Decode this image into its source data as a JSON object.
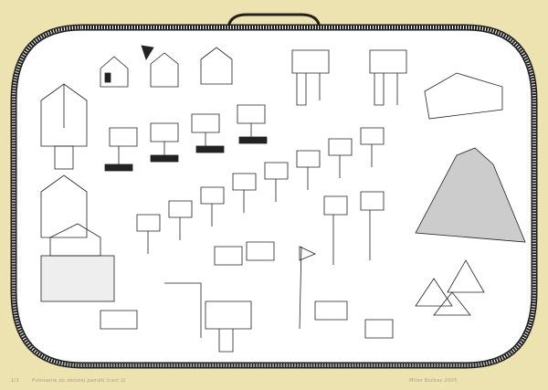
{
  "artwork": {
    "edition_note": "1/3",
    "title_inscription": "Putovanie po detskej pamäti (cast 2)",
    "signature": "Milan Bočkay 2005"
  },
  "colors": {
    "paper": "#ede3b0",
    "board": "#ffffff",
    "ink": "#1a1a1a"
  }
}
